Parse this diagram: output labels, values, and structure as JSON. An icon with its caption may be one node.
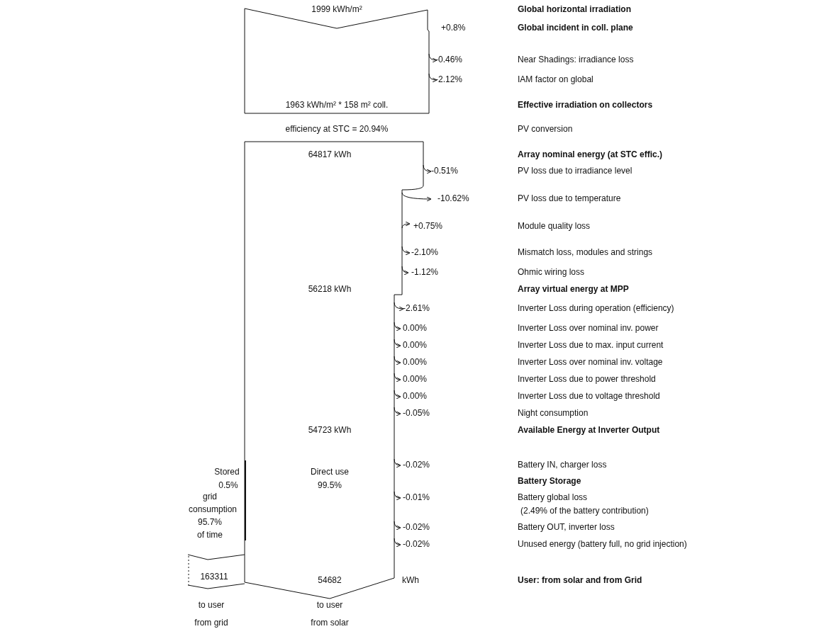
{
  "diagram": {
    "labels": [
      "1999 kWh/m²",
      "Global horizontal irradiation",
      "+0.8%",
      "Global incident in coll. plane",
      "-0.46%",
      "Near Shadings: irradiance loss",
      "-2.12%",
      "IAM factor on global",
      "1963 kWh/m² * 158 m² coll.",
      "Effective irradiation on collectors",
      "efficiency at STC = 20.94%",
      "PV conversion",
      "64817 kWh",
      "Array nominal energy (at STC effic.)",
      "-0.51%",
      "PV loss due to irradiance level",
      "-10.62%",
      "PV loss due to temperature",
      "+0.75%",
      "Module quality loss",
      "-2.10%",
      "Mismatch loss, modules and strings",
      "-1.12%",
      "Ohmic wiring loss",
      "56218 kWh",
      "Array virtual energy at MPP",
      "-2.61%",
      "Inverter Loss during operation (efficiency)",
      "0.00%",
      "Inverter Loss over nominal inv. power",
      "0.00%",
      "Inverter Loss due to max. input current",
      "0.00%",
      "Inverter Loss over nominal inv. voltage",
      "0.00%",
      "Inverter Loss due to power threshold",
      "0.00%",
      "Inverter Loss due to voltage threshold",
      "-0.05%",
      "Night consumption",
      "54723 kWh",
      "Available Energy at Inverter Output",
      "Stored",
      "Direct use",
      "-0.02%",
      "Battery IN, charger loss",
      "0.5%",
      "99.5%",
      "Battery Storage",
      "grid",
      "-0.01%",
      "Battery global loss",
      "consumption",
      "(2.49% of the battery contribution)",
      "95.7%",
      "-0.02%",
      "Battery OUT, inverter loss",
      "of time",
      "-0.02%",
      "Unused energy (battery full, no grid injection)",
      "163311",
      "54682",
      "kWh",
      "User: from solar and from Grid",
      "to user",
      "to user",
      "from grid",
      "from solar"
    ]
  }
}
